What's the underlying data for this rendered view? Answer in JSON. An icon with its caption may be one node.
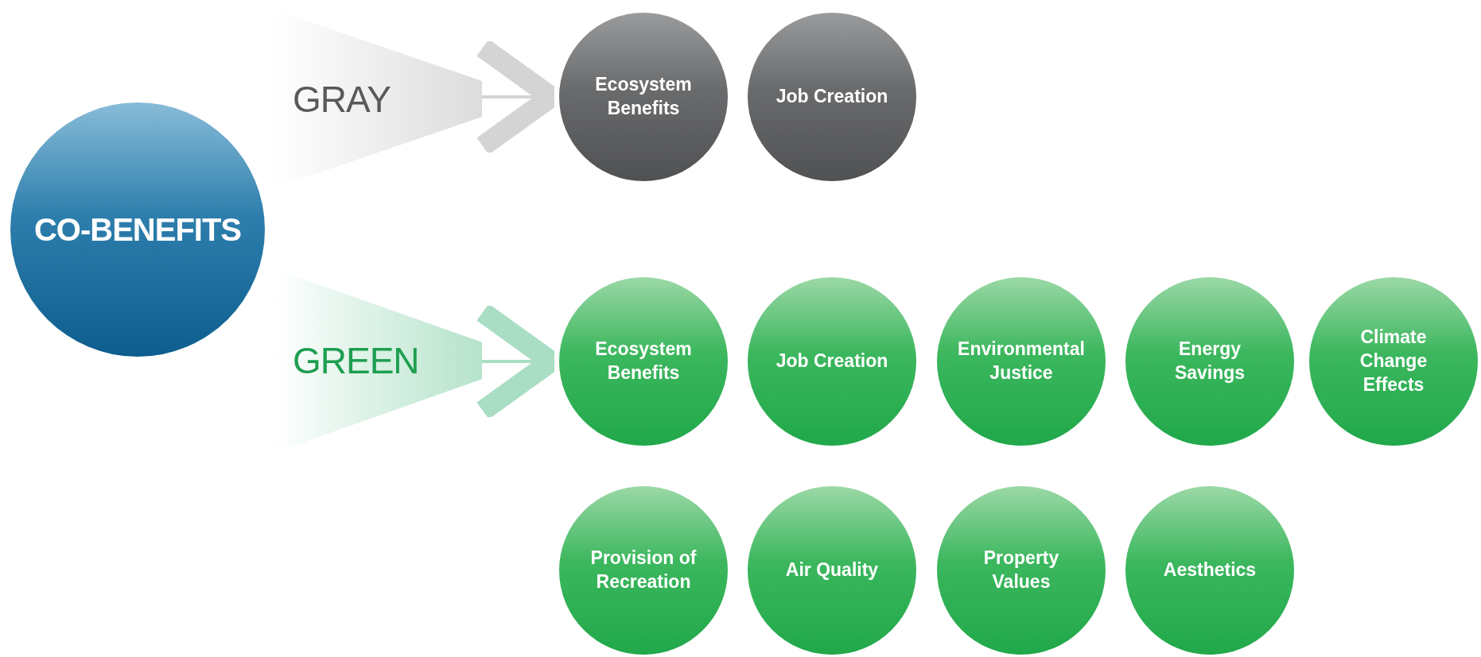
{
  "diagram": {
    "nodes": [
      {
        "text": [
          "CO-BENEFITS"
        ]
      },
      {
        "text": [
          "GRAY"
        ]
      },
      {
        "text": [
          "Ecosystem Benefits"
        ]
      },
      {
        "text": [
          "Job Creation"
        ]
      },
      {
        "text": [
          "GREEN"
        ]
      },
      {
        "text": [
          "Ecosystem Benefits"
        ]
      },
      {
        "text": [
          "Job Creation"
        ]
      },
      {
        "text": [
          "Environmental Justice"
        ]
      },
      {
        "text": [
          "Energy Savings"
        ]
      },
      {
        "text": [
          "Climate Change Effects"
        ]
      },
      {
        "text": [
          "Provision of Recreation"
        ]
      },
      {
        "text": [
          "Air Quality"
        ]
      },
      {
        "text": [
          "Property Values"
        ]
      },
      {
        "text": [
          "Aesthetics"
        ]
      }
    ],
    "edges": [
      {
        "from": 1,
        "to": 2,
        "arrow": "to",
        "color": "#d4d4d4"
      },
      {
        "from": 4,
        "to": 5,
        "arrow": "to",
        "color": "#a9dec4"
      }
    ]
  }
}
